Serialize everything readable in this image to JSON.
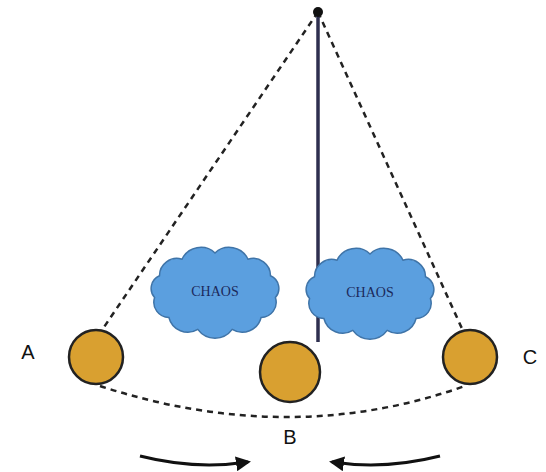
{
  "diagram": {
    "nodes": [
      {
        "text": [
          "CHAOS"
        ]
      },
      {
        "text": [
          "CHAOS"
        ]
      }
    ],
    "labels": [
      "A",
      "B",
      "C"
    ]
  }
}
